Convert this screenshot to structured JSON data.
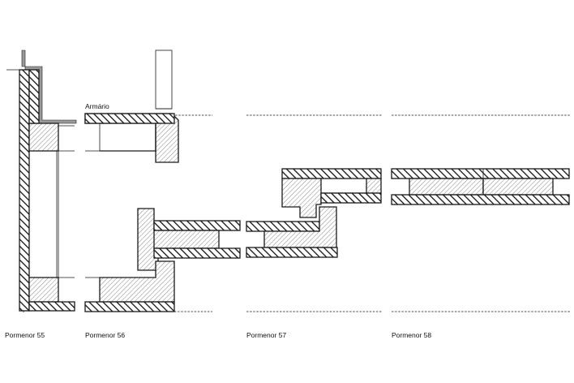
{
  "figure": {
    "labels": {
      "p55": "Pormenor 55",
      "p56": "Pormenor 56",
      "p57": "Pormenor 57",
      "p58": "Pormenor 58",
      "cabinet": "Armário"
    }
  },
  "colors": {
    "line": "#1a1a1a",
    "light_hatch": "#c8c8c8",
    "dense_hatch": "#1a1a1a",
    "wall_grey": "#9a9a9a",
    "background": "#ffffff"
  }
}
